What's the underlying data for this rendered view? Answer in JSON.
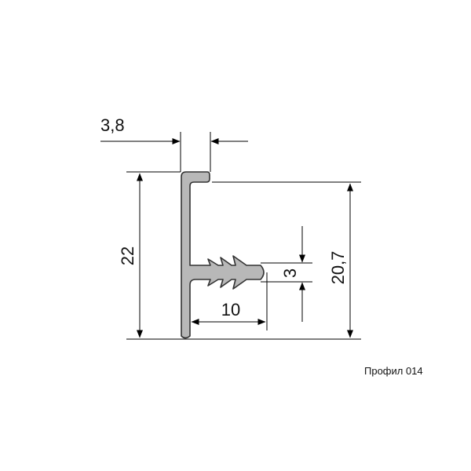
{
  "drawing": {
    "profile_fill": "#b8b8b8",
    "profile_stroke": "#333333",
    "line_color": "#000000"
  },
  "dimensions": {
    "top_width": "3,8",
    "total_height": "22",
    "inner_height": "20,7",
    "fin_length": "10",
    "fin_height": "3"
  },
  "caption": "Профил 014"
}
